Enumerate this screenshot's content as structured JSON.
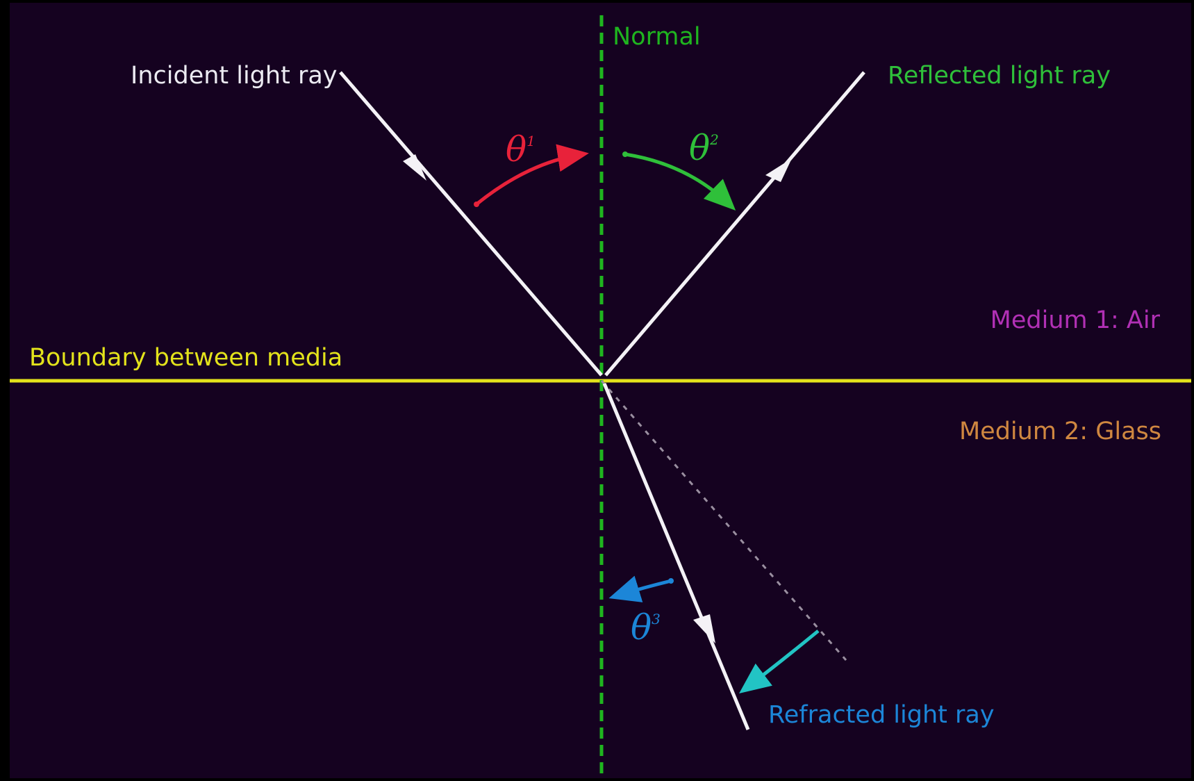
{
  "colors": {
    "background": "#150220",
    "frame": "#000000",
    "ray": "#f4f2f6",
    "normal": "#1fb51f",
    "boundary": "#e3e31b",
    "theta1": "#e8223a",
    "theta2": "#2fc03a",
    "theta3": "#1c86d8",
    "incident_label": "#ecebf2",
    "reflected_label": "#2fc03a",
    "refracted_label": "#1c86d8",
    "medium1_label": "#b130b5",
    "medium2_label": "#cf8740",
    "extension": "#9a8fa0",
    "cyan_arc": "#22c4c4"
  },
  "labels": {
    "normal": "Normal",
    "incident": "Incident light ray",
    "reflected": "Reflected light ray",
    "refracted": "Refracted light ray",
    "boundary": "Boundary between media",
    "medium1": "Medium 1: Air",
    "medium2": "Medium 2: Glass"
  },
  "angles": {
    "theta1": {
      "symbol": "θ",
      "subscript": "1"
    },
    "theta2": {
      "symbol": "θ",
      "subscript": "2"
    },
    "theta3": {
      "symbol": "θ",
      "subscript": "3"
    }
  }
}
